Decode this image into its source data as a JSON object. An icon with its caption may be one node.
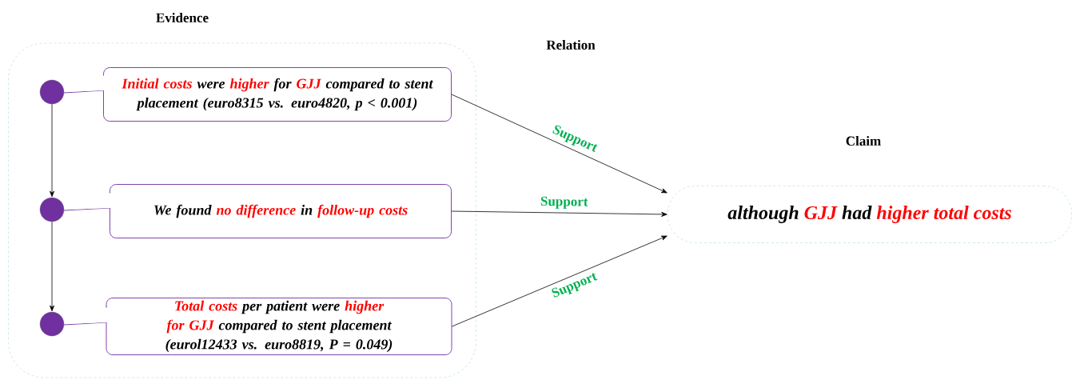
{
  "diagram": {
    "nodes": [
      {
        "text": [
          "Evidence"
        ]
      },
      {
        "text": [],
        "shape": "circle",
        "in": 0
      },
      {
        "text": [
          "**Initial costs** were **higher** for **GJJ** compared to stent placement (euro8315 vs. euro4820, p < 0.001)"
        ],
        "in": 0
      },
      {
        "text": [],
        "shape": "circle",
        "in": 0
      },
      {
        "text": [
          "We found **no difference** in **follow-up costs**"
        ],
        "in": 0
      },
      {
        "text": [],
        "shape": "circle",
        "in": 0
      },
      {
        "text": [
          "**Total costs** per patient were **higher for GJJ** compared to stent placement (eurol12433 vs. euro8819, P = 0.049)"
        ],
        "in": 0
      },
      {
        "text": [
          "Claim",
          "although **GJJ** had **higher total costs**"
        ]
      }
    ],
    "edges": [
      {
        "from": 1,
        "to": 3,
        "arrow": "to"
      },
      {
        "from": 3,
        "to": 5,
        "arrow": "to"
      },
      {
        "from": 2,
        "to": 7,
        "arrow": "to",
        "label": "Support"
      },
      {
        "from": 4,
        "to": 7,
        "arrow": "to",
        "label": "Support"
      },
      {
        "from": 6,
        "to": 7,
        "arrow": "to",
        "label": "Support"
      }
    ],
    "labels": [
      "Relation"
    ]
  }
}
